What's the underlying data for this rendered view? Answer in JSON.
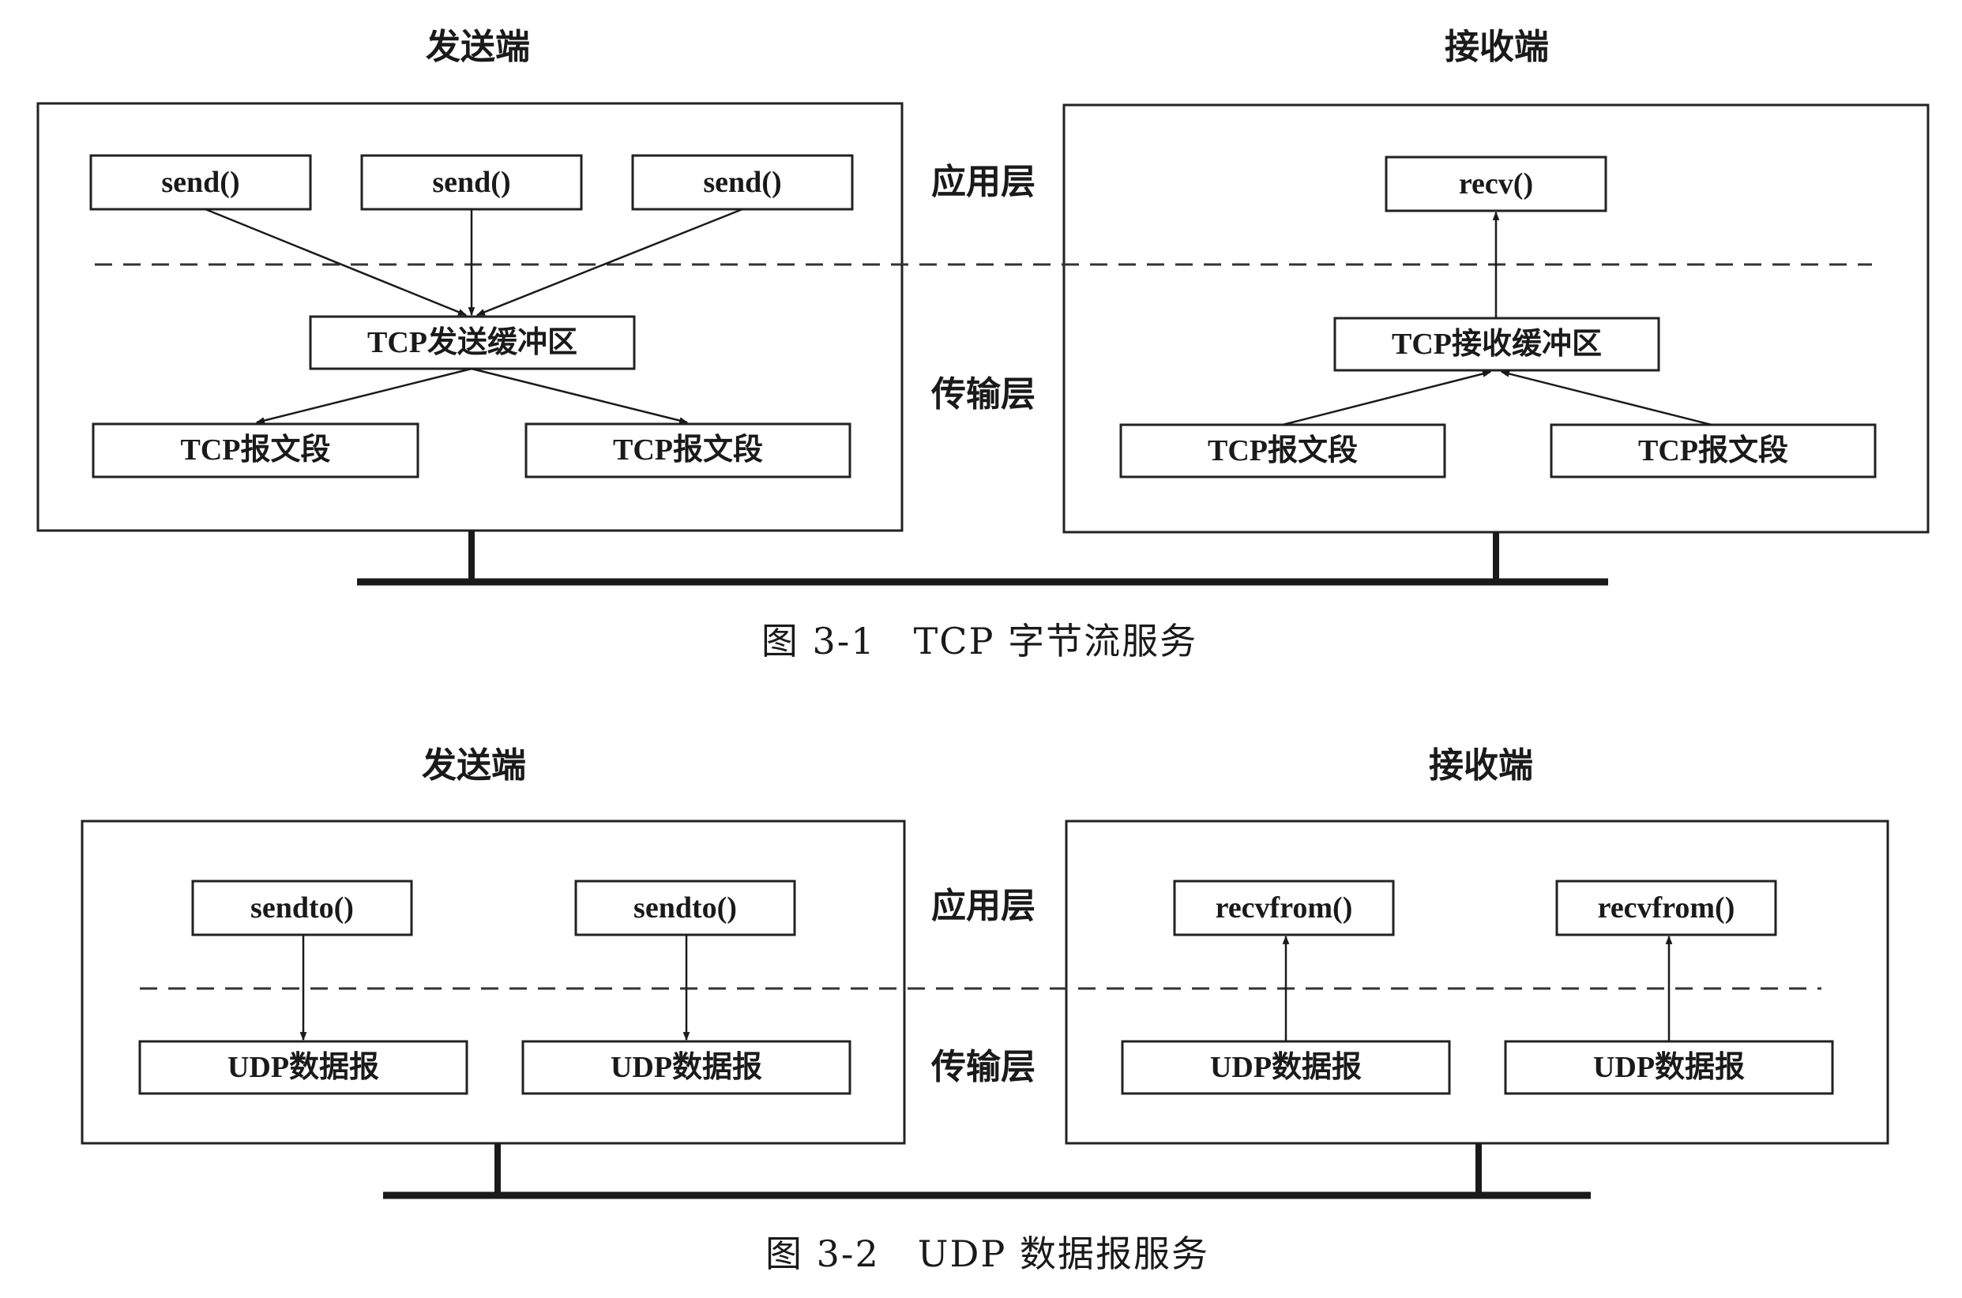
{
  "tcp": {
    "sender_title": "发送端",
    "receiver_title": "接收端",
    "app_layer_label": "应用层",
    "transport_layer_label": "传输层",
    "sender_calls": [
      "send()",
      "send()",
      "send()"
    ],
    "sender_buffer": "TCP发送缓冲区",
    "sender_segments": [
      "TCP报文段",
      "TCP报文段"
    ],
    "receiver_call": "recv()",
    "receiver_buffer": "TCP接收缓冲区",
    "receiver_segments": [
      "TCP报文段",
      "TCP报文段"
    ],
    "caption": "图 3-1　TCP 字节流服务"
  },
  "udp": {
    "sender_title": "发送端",
    "receiver_title": "接收端",
    "app_layer_label": "应用层",
    "transport_layer_label": "传输层",
    "sender_calls": [
      "sendto()",
      "sendto()"
    ],
    "sender_datagrams": [
      "UDP数据报",
      "UDP数据报"
    ],
    "receiver_calls": [
      "recvfrom()",
      "recvfrom()"
    ],
    "receiver_datagrams": [
      "UDP数据报",
      "UDP数据报"
    ],
    "caption": "图 3-2　UDP 数据报服务"
  }
}
